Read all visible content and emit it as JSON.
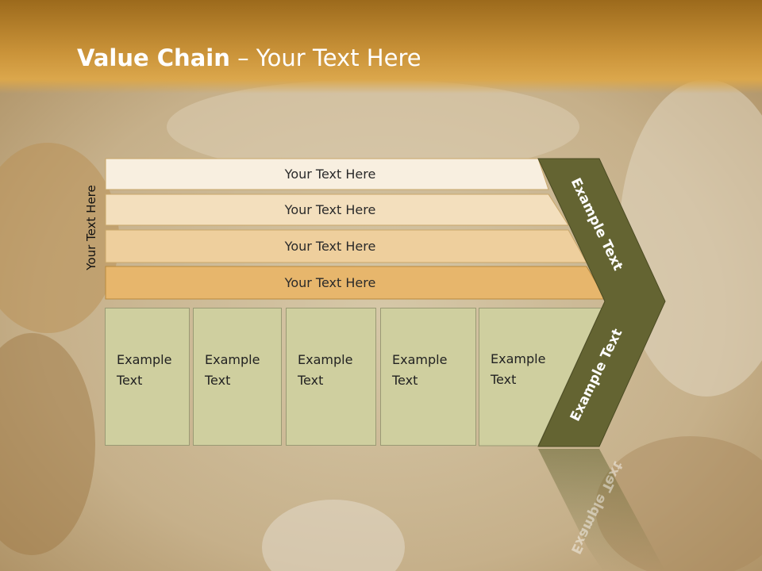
{
  "title": {
    "bold": "Value Chain",
    "rest": " – Your Text Here"
  },
  "side_label": "Your Text Here",
  "rows": [
    {
      "label": "Your Text Here",
      "color": "#f8efe0"
    },
    {
      "label": "Your Text Here",
      "color": "#f3dfbd"
    },
    {
      "label": "Your Text Here",
      "color": "#eecf9d"
    },
    {
      "label": "Your Text Here",
      "color": "#e7b66c"
    }
  ],
  "boxes": [
    {
      "line1": "Example",
      "line2": "Text"
    },
    {
      "line1": "Example",
      "line2": "Text"
    },
    {
      "line1": "Example",
      "line2": "Text"
    },
    {
      "line1": "Example",
      "line2": "Text"
    },
    {
      "line1": "Example",
      "line2": "Text"
    }
  ],
  "chevron": {
    "upper_text": "Example Text",
    "lower_text": "Example Text",
    "color": "#646432"
  },
  "colors": {
    "header": "#c99238",
    "box": "#cfcf9f"
  }
}
